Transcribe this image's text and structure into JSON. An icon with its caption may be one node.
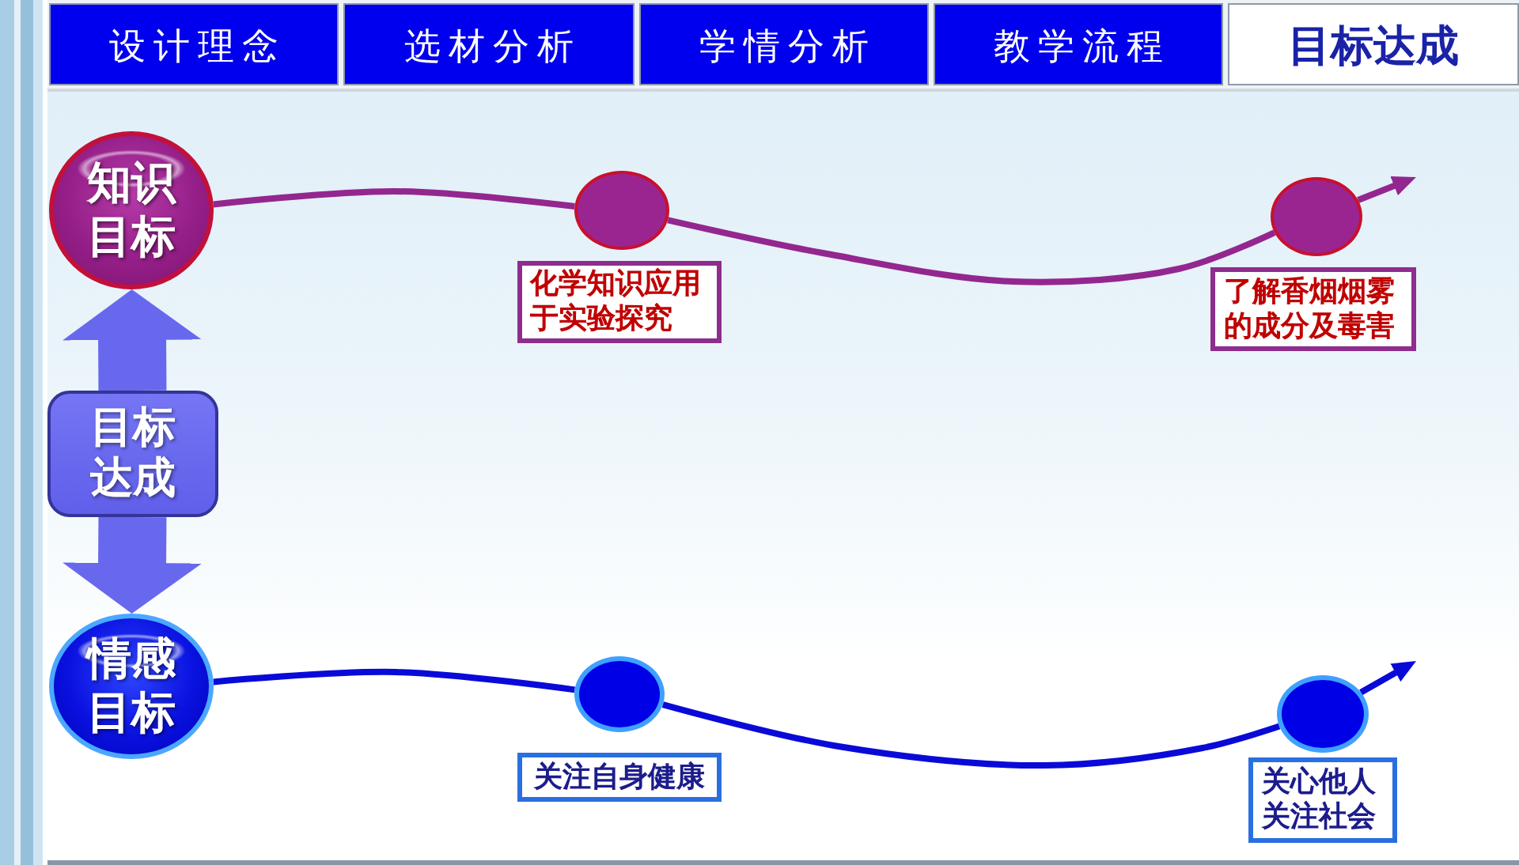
{
  "diagram": {
    "nodes": [
      {
        "text": [
          "设计理念"
        ]
      },
      {
        "text": [
          "选材分析"
        ]
      },
      {
        "text": [
          "学情分析"
        ]
      },
      {
        "text": [
          "教学流程"
        ]
      },
      {
        "text": [
          "目标达成"
        ]
      },
      {
        "text": [
          "知识目标"
        ]
      },
      {
        "text": [],
        "shape": "circle"
      },
      {
        "text": [
          "化学知识应用于实验探究"
        ]
      },
      {
        "text": [],
        "shape": "circle"
      },
      {
        "text": [
          "了解香烟烟雾的成分及毒害"
        ]
      },
      {
        "text": [
          "目标达成"
        ]
      },
      {
        "text": [
          "情感目标"
        ]
      },
      {
        "text": [],
        "shape": "circle"
      },
      {
        "text": [
          "关注自身健康"
        ]
      },
      {
        "text": [],
        "shape": "circle"
      },
      {
        "text": [
          "关心他人关注社会"
        ]
      }
    ],
    "edges": [
      {
        "from": 5,
        "to": 6,
        "arrow": "none",
        "color": "#93278f"
      },
      {
        "from": 6,
        "to": 8,
        "arrow": "none",
        "color": "#93278f"
      },
      {
        "from": 8,
        "to": null,
        "arrow": "to",
        "color": "#93278f"
      },
      {
        "from": 10,
        "to": 5,
        "arrow": "to",
        "style": "thick",
        "color": "#6868ee"
      },
      {
        "from": 10,
        "to": 11,
        "arrow": "to",
        "style": "thick",
        "color": "#6868ee"
      },
      {
        "from": 11,
        "to": 12,
        "arrow": "none",
        "color": "#0a0ad8"
      },
      {
        "from": 12,
        "to": 14,
        "arrow": "none",
        "color": "#0a0ad8"
      },
      {
        "from": 14,
        "to": null,
        "arrow": "to",
        "color": "#0a0ad8"
      }
    ]
  }
}
